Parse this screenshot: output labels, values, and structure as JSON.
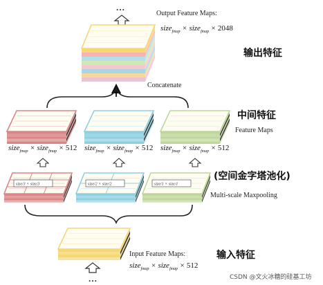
{
  "top": {
    "caption": "Output Feature Maps:",
    "dims_base": "size",
    "dims_sub": "fmap",
    "dims_value": "2048",
    "dots": "...",
    "chinese_label": "输出特征",
    "colors": [
      "#f7d770",
      "#f6b3b3",
      "#b2dfe8",
      "#d3e6b6",
      "#f2c9cf",
      "#a9d6e2",
      "#f6d99a",
      "#ecc1d3"
    ]
  },
  "concat": {
    "label": "Concatenate"
  },
  "middle": {
    "caption": "Feature Maps",
    "chinese_label": "中间特征",
    "dims_value": "512",
    "maps": [
      {
        "color": "#d98686"
      },
      {
        "color": "#8ecfe0"
      },
      {
        "color": "#bfd69a"
      }
    ]
  },
  "spp": {
    "caption": "Multi-scale Maxpooling",
    "chinese_label": "(空间金字塔池化)",
    "pools": [
      {
        "divisor": "3"
      },
      {
        "divisor": "2"
      },
      {
        "divisor": "1"
      }
    ]
  },
  "input": {
    "caption": "Input Feature Maps:",
    "dims_value": "512",
    "chinese_label": "输入特征",
    "dots": "...",
    "color": "#f5d774"
  },
  "watermark": "CSDN @文火冰糖的硅基工坊"
}
